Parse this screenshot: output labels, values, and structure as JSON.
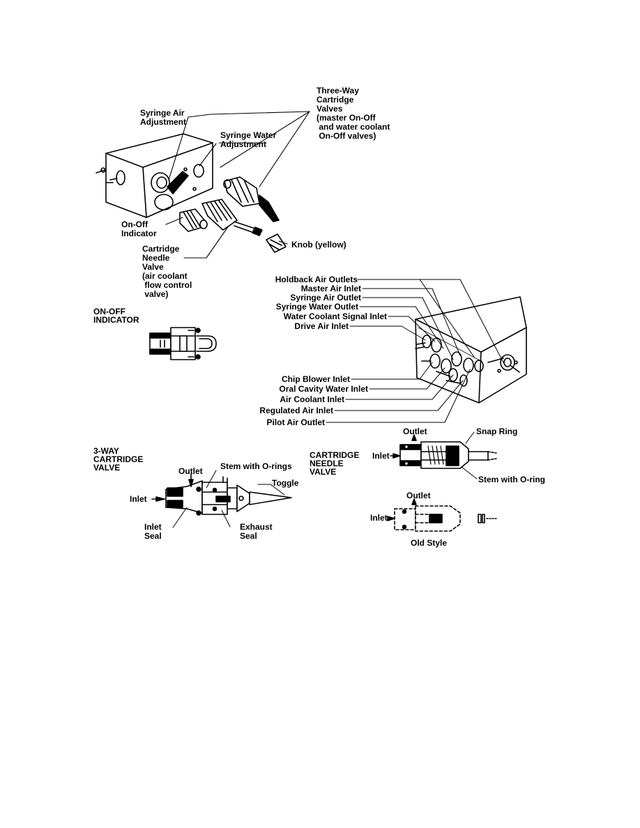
{
  "main_assembly": {
    "three_way_valves": "Three-Way\nCartridge\nValves\n(master On-Off\n and water coolant\n On-Off valves)",
    "syringe_air_adjustment": "Syringe Air\nAdjustment",
    "syringe_water_adjustment": "Syringe Water\nAdjustment",
    "on_off_indicator": "On-Off\nIndicator",
    "cartridge_needle_valve": "Cartridge\nNeedle\nValve\n(air coolant\n flow control\n valve)",
    "knob": "Knob (yellow)"
  },
  "on_off_indicator_section": {
    "heading": "ON-OFF\nINDICATOR"
  },
  "manifold_ports": {
    "top": [
      "Holdback Air Outlets",
      "Master Air Inlet",
      "Syringe Air Outlet",
      "Syringe Water Outlet",
      "Water Coolant Signal Inlet",
      "Drive Air Inlet"
    ],
    "bottom": [
      "Chip Blower Inlet",
      "Oral Cavity Water Inlet",
      "Air Coolant Inlet",
      "Regulated Air Inlet",
      "Pilot Air Outlet"
    ]
  },
  "three_way_section": {
    "heading": "3-WAY\nCARTRIDGE\nVALVE",
    "outlet": "Outlet",
    "stem": "Stem with O-rings",
    "toggle": "Toggle",
    "inlet": "Inlet",
    "inlet_seal": "Inlet\nSeal",
    "exhaust_seal": "Exhaust\nSeal"
  },
  "needle_section": {
    "heading": "CARTRIDGE\nNEEDLE\nVALVE",
    "outlet": "Outlet",
    "snap_ring": "Snap Ring",
    "inlet": "Inlet",
    "stem": "Stem with O-ring",
    "old_outlet": "Outlet",
    "old_inlet": "Inlet",
    "old_style": "Old Style"
  }
}
